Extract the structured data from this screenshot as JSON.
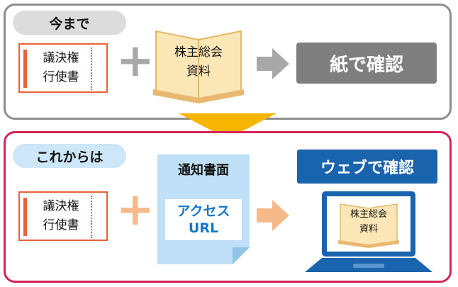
{
  "top_panel": {
    "label": "今まで",
    "card_lines": [
      "議決権",
      "行使書"
    ],
    "book_lines": [
      "株主総会",
      "資料"
    ],
    "result": "紙で確認"
  },
  "bottom_panel": {
    "label": "これからは",
    "card_lines": [
      "議決権",
      "行使書"
    ],
    "notice_title": "通知書面",
    "notice_lines": [
      "アクセス",
      "URL"
    ],
    "result": "ウェブで確認",
    "screen_lines": [
      "株主総会",
      "資料"
    ]
  },
  "colors": {
    "grey_border": "#8e8e8e",
    "pink_border": "#d6245b",
    "orange": "#e8623a",
    "blue": "#1a63ad",
    "light_blue": "#bfe0f6",
    "yellow_arrow": "#f7b400"
  },
  "icons": [
    "plus-icon",
    "arrow-right-icon",
    "arrow-down-icon",
    "open-book-icon",
    "laptop-icon",
    "document-icon"
  ]
}
